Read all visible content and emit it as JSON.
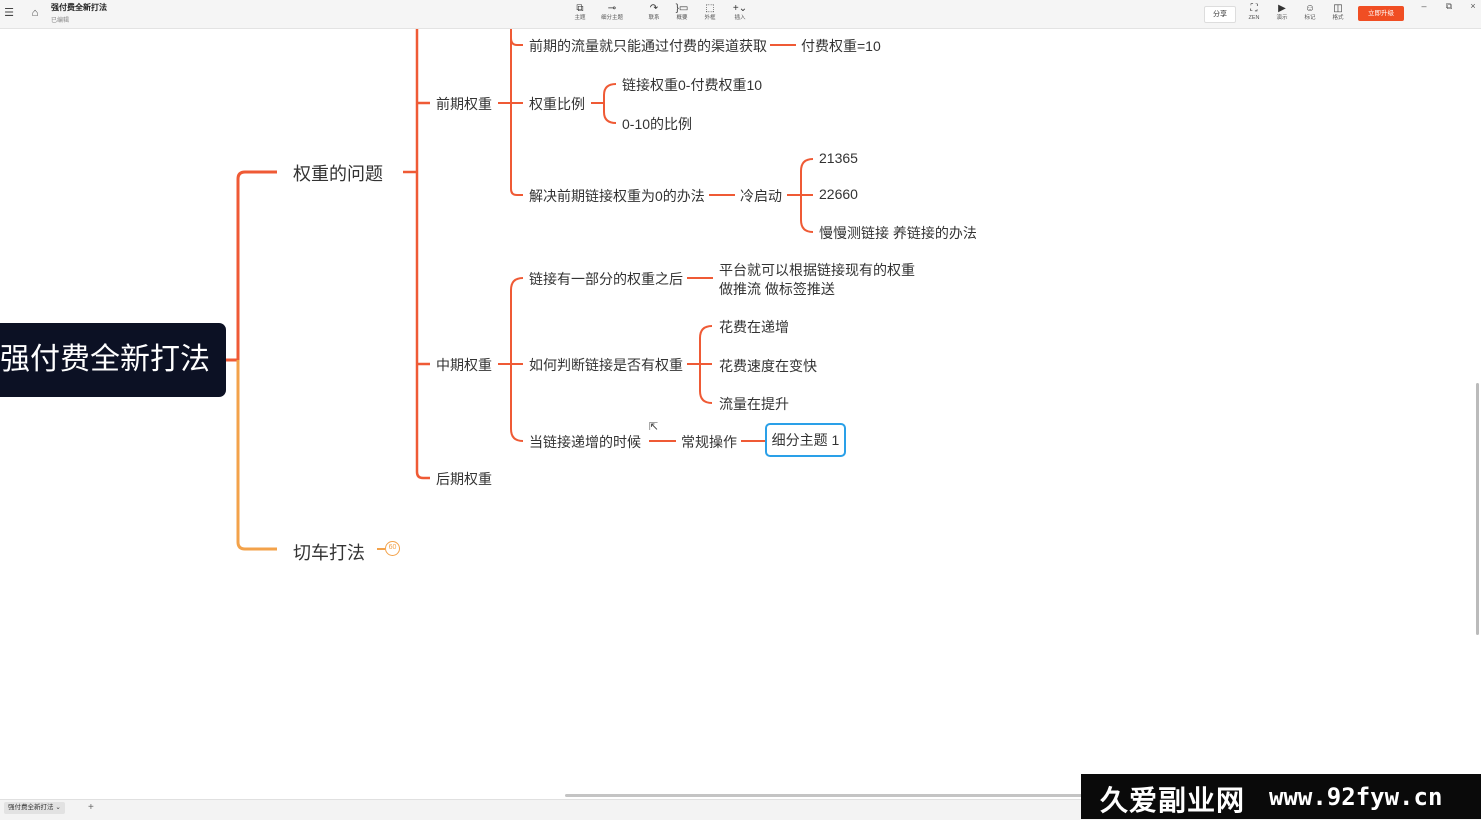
{
  "colors": {
    "branch_orange_red": "#ef5a35",
    "branch_yellow_orange": "#f3a24a",
    "root_bg": "#0c1124",
    "selected_border": "#2aa0e8",
    "upgrade_button": "#f04e23"
  },
  "header": {
    "menu_icon": "menu-icon",
    "home_icon": "home-icon",
    "title": "强付费全新打法",
    "status": "已编辑",
    "tools": [
      {
        "icon": "topic-icon",
        "label": "主题"
      },
      {
        "icon": "subtopic-icon",
        "label": "细分主题"
      },
      {
        "icon": "relation-icon",
        "label": "联系"
      },
      {
        "icon": "summary-icon",
        "label": "概要"
      },
      {
        "icon": "boundary-icon",
        "label": "外框"
      },
      {
        "icon": "insert-icon",
        "label": "插入"
      }
    ],
    "share_label": "分享",
    "right_tools": [
      {
        "icon": "zen-icon",
        "label": "ZEN"
      },
      {
        "icon": "present-icon",
        "label": "演示"
      },
      {
        "icon": "marker-icon",
        "label": "标记"
      },
      {
        "icon": "format-icon",
        "label": "格式"
      }
    ],
    "upgrade_label": "立即升级"
  },
  "mindmap": {
    "root": "强付费全新打法",
    "branch1": {
      "label": "权重的问题",
      "early": {
        "label": "前期权重",
        "paid_traffic": "前期的流量就只能通过付费的渠道获取",
        "paid_weight": "付费权重=10",
        "ratio": "权重比例",
        "ratio_a": "链接权重0-付费权重10",
        "ratio_b": "0-10的比例",
        "zero_fix": "解决前期链接权重为0的办法",
        "cold_start": "冷启动",
        "cs_a": "21365",
        "cs_b": "22660",
        "cs_c": "慢慢测链接 养链接的办法"
      },
      "mid": {
        "label": "中期权重",
        "after_weight": "链接有一部分的权重之后",
        "push_line1": "平台就可以根据链接现有的权重",
        "push_line2": "做推流  做标签推送",
        "judge": "如何判断链接是否有权重",
        "j_a": "花费在递增",
        "j_b": "花费速度在变快",
        "j_c": "流量在提升",
        "increasing": "当链接递增的时候",
        "routine": "常规操作",
        "subtopic": "细分主题 1"
      },
      "late": {
        "label": "后期权重"
      }
    },
    "branch2": {
      "label": "切车打法",
      "collapsed_count": "60"
    }
  },
  "footer": {
    "sheet_tab": "强付费全新打法",
    "add_sheet": "+"
  },
  "watermark": {
    "cn": "久爱副业网",
    "url": "www.92fyw.cn"
  }
}
